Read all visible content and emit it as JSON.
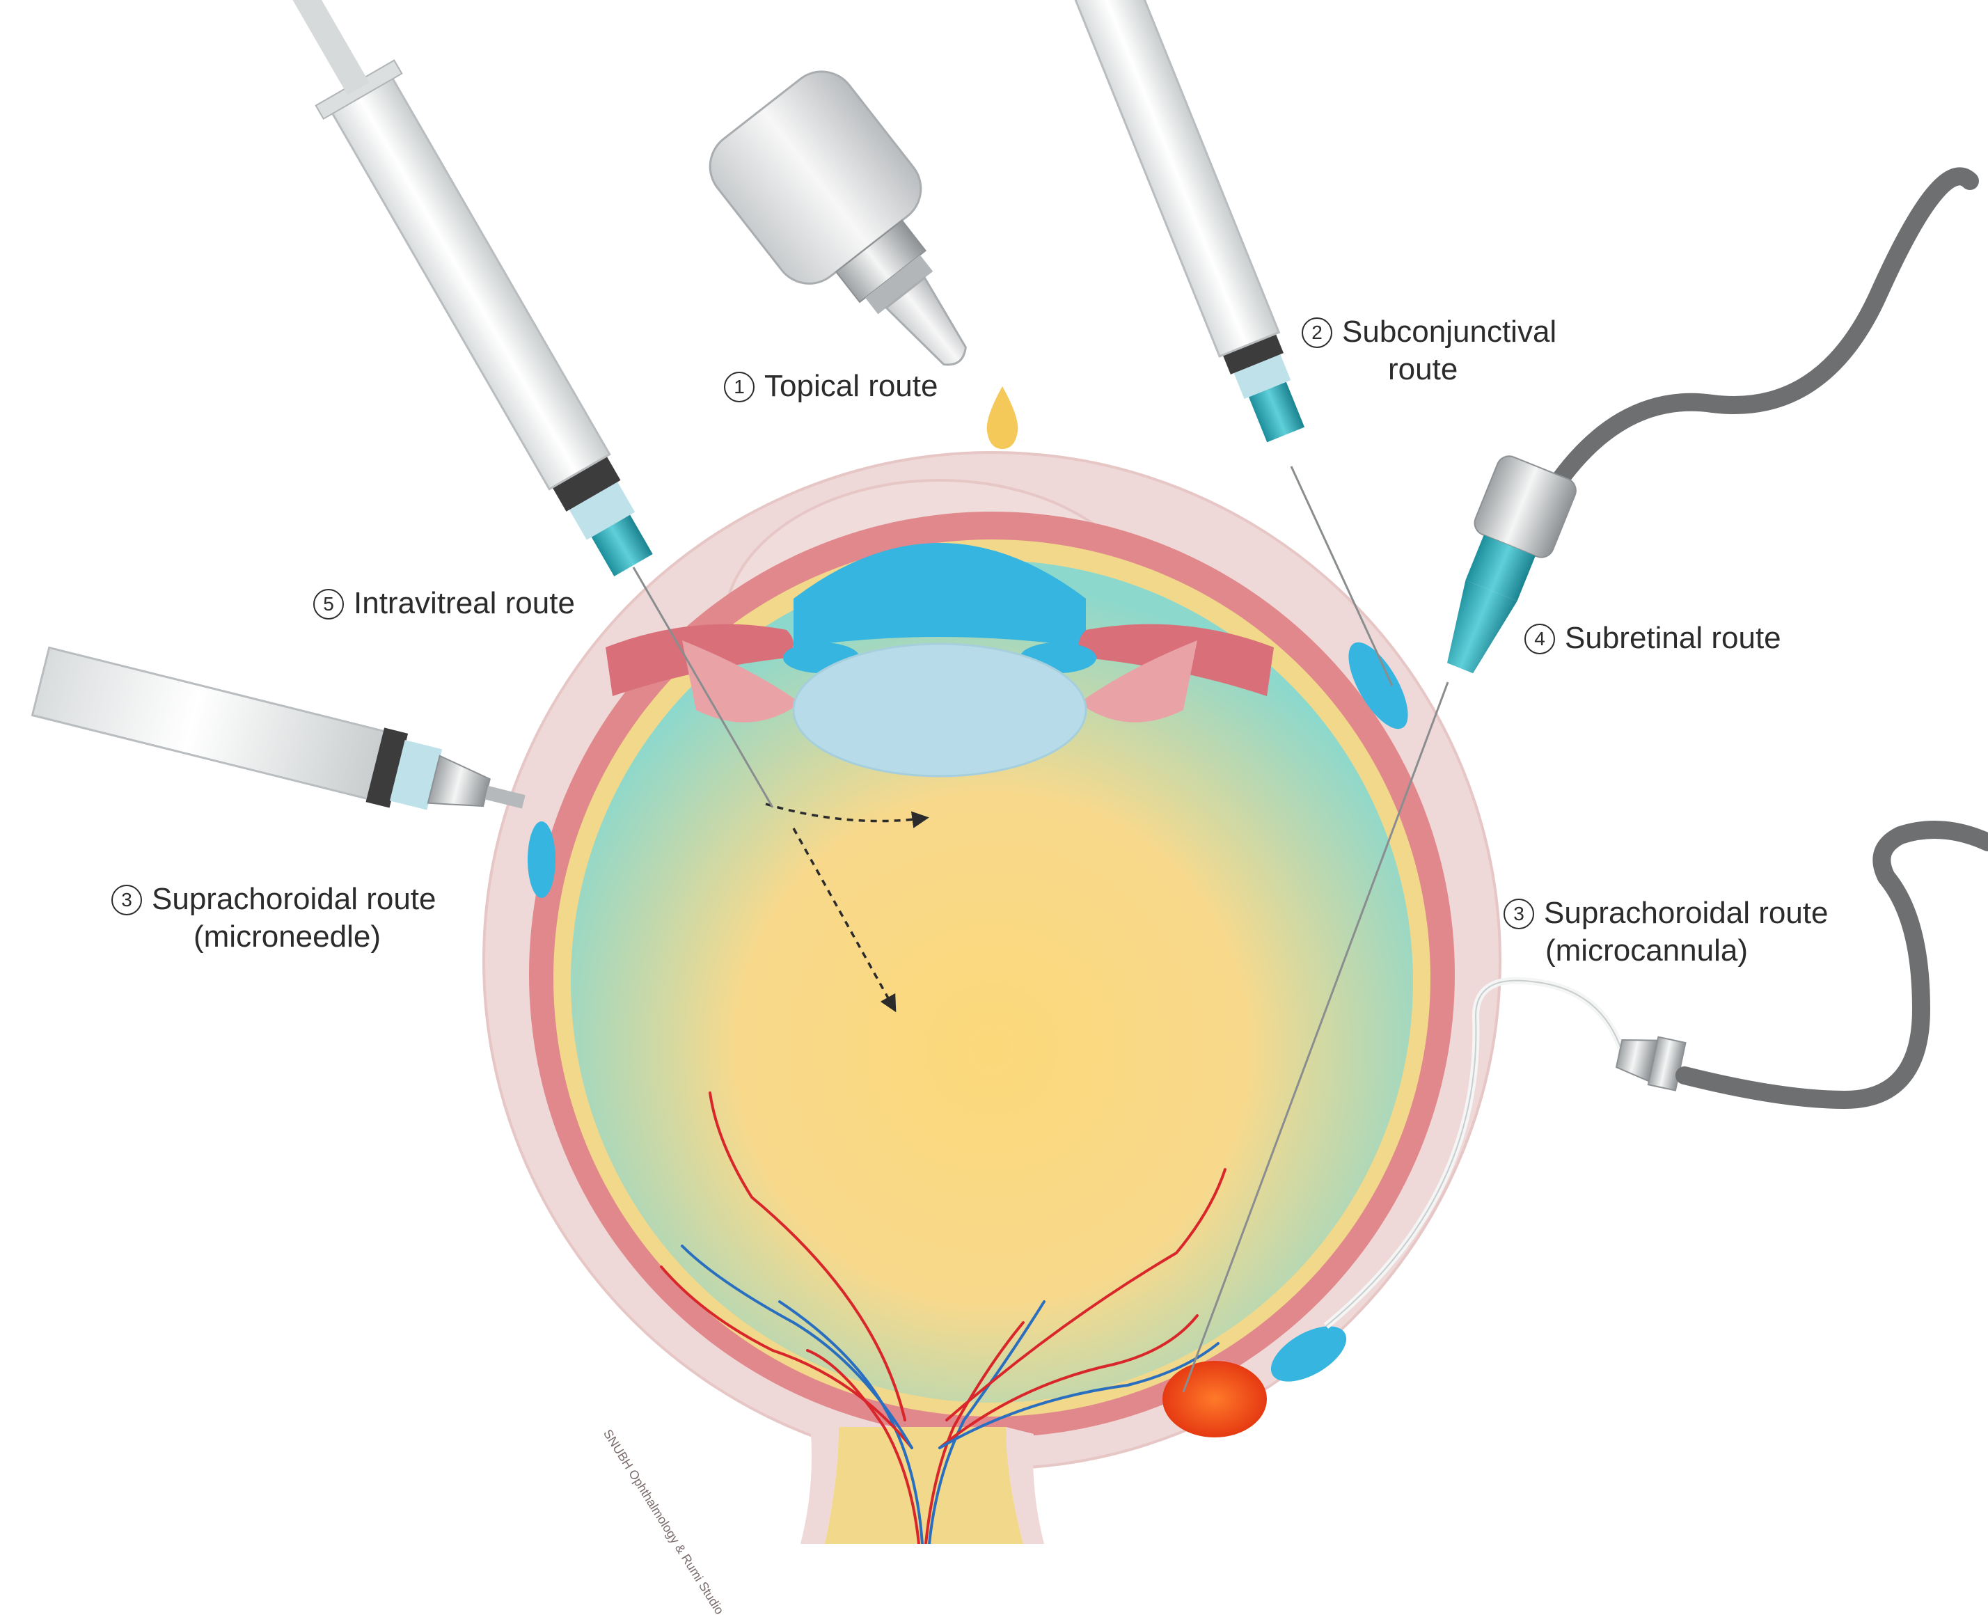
{
  "routes": [
    {
      "id": "topical",
      "number": "1",
      "line1": "Topical route",
      "line2": ""
    },
    {
      "id": "subconjunctival",
      "number": "2",
      "line1": "Subconjunctival",
      "line2": "route"
    },
    {
      "id": "suprachoroidal_microneedle",
      "number": "3",
      "line1": "Suprachoroidal route",
      "line2": "(microneedle)"
    },
    {
      "id": "suprachoroidal_microcannula",
      "number": "3",
      "line1": "Suprachoroidal route",
      "line2": "(microcannula)"
    },
    {
      "id": "subretinal",
      "number": "4",
      "line1": "Subretinal route",
      "line2": ""
    },
    {
      "id": "intravitreal",
      "number": "5",
      "line1": "Intravitreal route",
      "line2": ""
    }
  ],
  "watermark": "SNUBH Ophthalmology & Rumi Studio",
  "colors": {
    "sclera": "#efd9d8",
    "choroid": "#e1888c",
    "retina": "#f2d88a",
    "vitreous_center": "#fbd97a",
    "vitreous_edge": "#8dd8cc",
    "cornea_fluid": "#35b5e0",
    "lens": "#b7dbe8",
    "needle_hub": "#2fa9b5",
    "tube": "#6d6f70",
    "drop": "#f4c95a"
  }
}
